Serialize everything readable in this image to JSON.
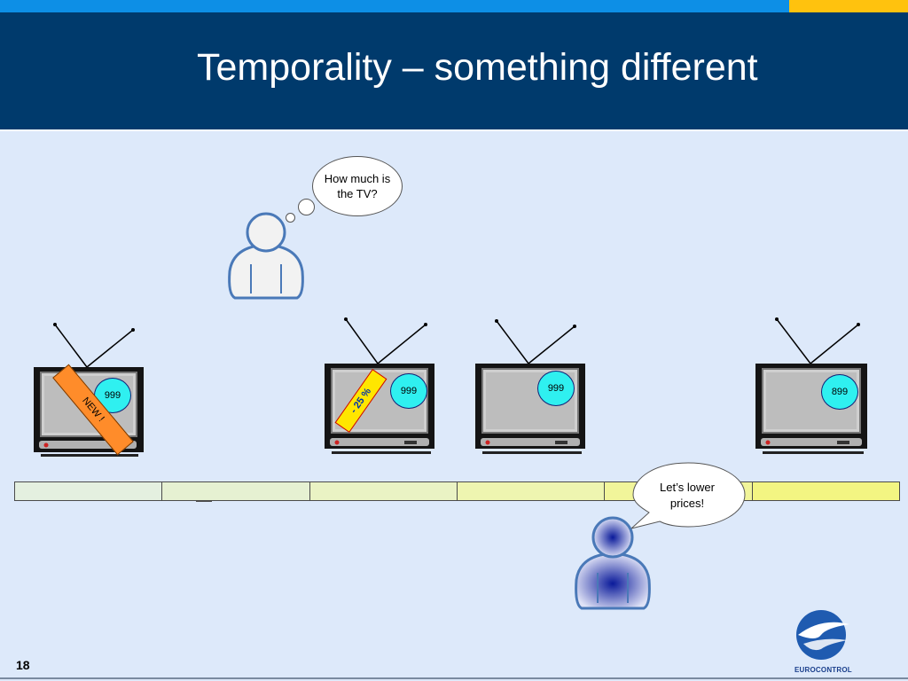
{
  "header": {
    "title": "Temporality – something different"
  },
  "customer": {
    "thought": "How much is the TV?"
  },
  "seller": {
    "speech": "Let’s lower prices!"
  },
  "tvs": [
    {
      "price": "999",
      "label": "NEW !"
    },
    {
      "price": "999",
      "label": "- 25 %"
    },
    {
      "price": "999"
    },
    {
      "price": "899"
    }
  ],
  "timeline": {
    "segment_colors": [
      "#e4f0e0",
      "#e6f1d2",
      "#eaf3c4",
      "#eef5b0",
      "#f1f59a",
      "#f3f582"
    ]
  },
  "footer": {
    "page_number": "18",
    "logo": "EUROCONTROL"
  },
  "colors": {
    "header": "#003a6c",
    "topbar": "#0d8fe6",
    "accent": "#ffc20e",
    "price_badge": "#2ff0f0",
    "new_banner": "#ff8c2a",
    "discount_banner": "#ffe600"
  }
}
